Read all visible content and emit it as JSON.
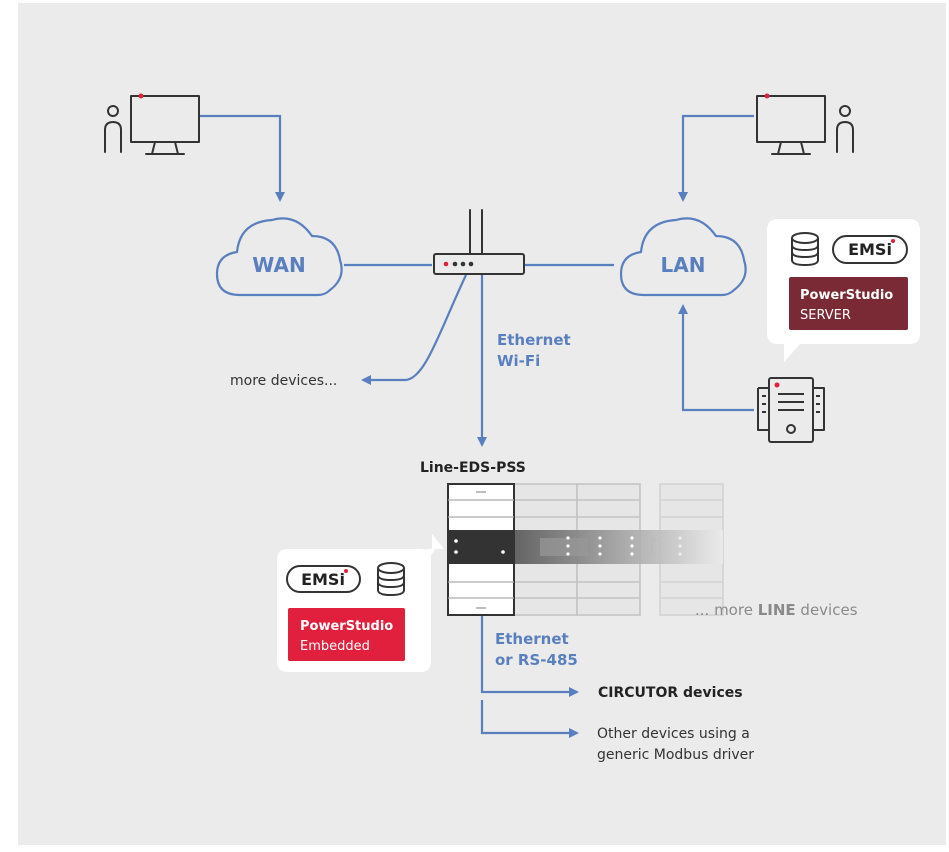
{
  "colors": {
    "background": "#ebebeb",
    "connector": "#5a7fbf",
    "icon_stroke": "#333333",
    "accent_dot": "#e0203c",
    "server_badge": "#7a2a34",
    "embedded_badge": "#e0203c",
    "faded_device": "#c4c4c4"
  },
  "network": {
    "wan_label": "WAN",
    "lan_label": "LAN",
    "router_link_label": [
      "Ethernet",
      "Wi-Fi"
    ],
    "more_devices_label": "more devices..."
  },
  "server_callout": {
    "icons": [
      "database-icon",
      "emsi-logo-icon"
    ],
    "emsi_text": "EMSi",
    "badge_title": "PowerStudio",
    "badge_subtitle": "SERVER"
  },
  "line_device": {
    "name": "Line-EDS-PSS",
    "more_line_prefix": "... more ",
    "more_line_bold": "LINE",
    "more_line_suffix": " devices"
  },
  "embedded_callout": {
    "emsi_text": "EMSi",
    "badge_title": "PowerStudio",
    "badge_subtitle": "Embedded"
  },
  "downstream": {
    "link_label": [
      "Ethernet",
      "or RS-485"
    ],
    "circutor_label": "CIRCUTOR devices",
    "other_label": [
      "Other devices using a",
      "generic Modbus driver"
    ]
  }
}
